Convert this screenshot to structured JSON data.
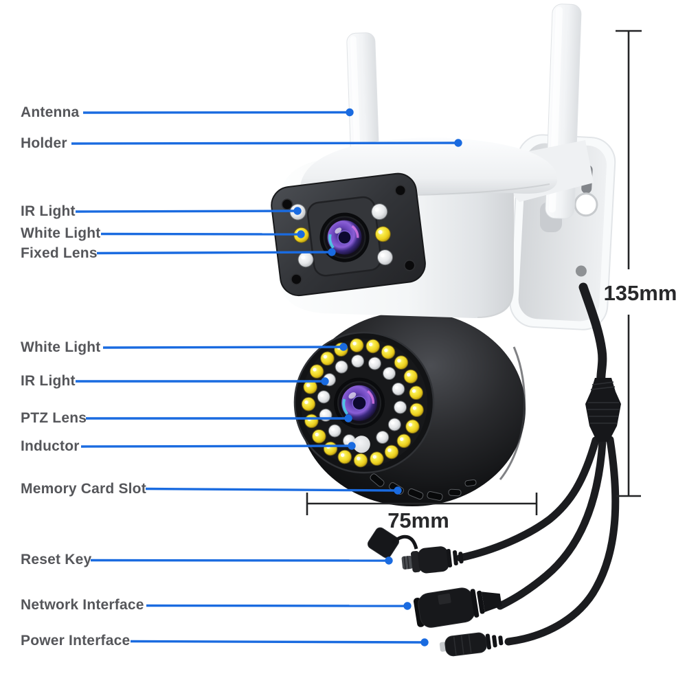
{
  "diagram": {
    "title": "security-camera-parts-diagram",
    "callouts": {
      "antenna": "Antenna",
      "holder": "Holder",
      "ir_light_top": "IR Light",
      "white_light_top": "White Light",
      "fixed_lens": "Fixed Lens",
      "white_light_ptz": "White Light",
      "ir_light_ptz": "IR Light",
      "ptz_lens": "PTZ Lens",
      "inductor": "Inductor",
      "memory_card_slot": "Memory Card Slot",
      "reset_key": "Reset Key",
      "network_interface": "Network Interface",
      "power_interface": "Power Interface"
    },
    "dimensions": {
      "height_label": "135mm",
      "width_label": "75mm"
    },
    "colors": {
      "leader_line": "#1a6be0",
      "label_text": "#55565a",
      "dimension_text": "#28292b",
      "dimension_line": "#232426",
      "camera_white": "#f4f6f8",
      "camera_black": "#141517",
      "led_yellow": "#f0de2e",
      "led_white": "#e4e6e8"
    }
  }
}
